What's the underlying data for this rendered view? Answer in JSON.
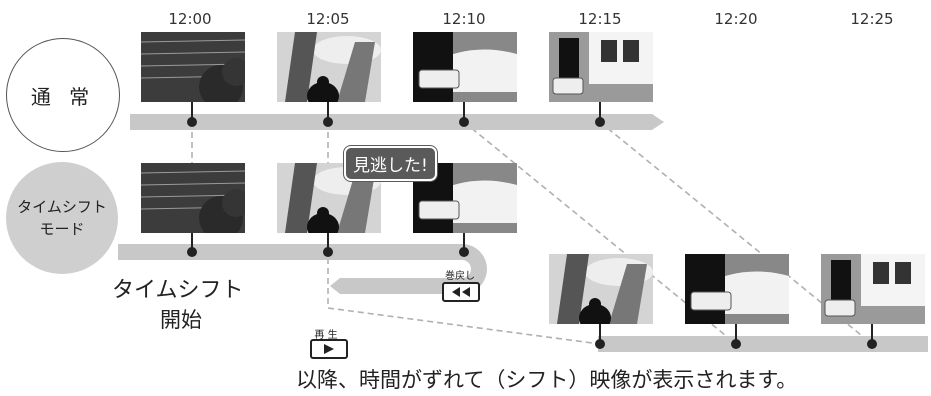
{
  "timeline": {
    "times": [
      "12:00",
      "12:05",
      "12:10",
      "12:15",
      "12:20",
      "12:25"
    ]
  },
  "modes": {
    "normal": "通 常",
    "timeshift_line1": "タイムシフト",
    "timeshift_line2": "モード"
  },
  "labels": {
    "timeshift_start_line1": "タイムシフト",
    "timeshift_start_line2": "開始",
    "missed_bubble": "見逃した!",
    "rewind_label": "巻戻し",
    "play_label": "再 生",
    "bottom_caption": "以降、時間がずれて（シフト）映像が表示されます。"
  },
  "icons": {
    "rewind": "rewind-icon",
    "play": "play-icon"
  },
  "colors": {
    "track": "#c8c8c8",
    "marker": "#222222",
    "guide": "#b0b0b0"
  }
}
